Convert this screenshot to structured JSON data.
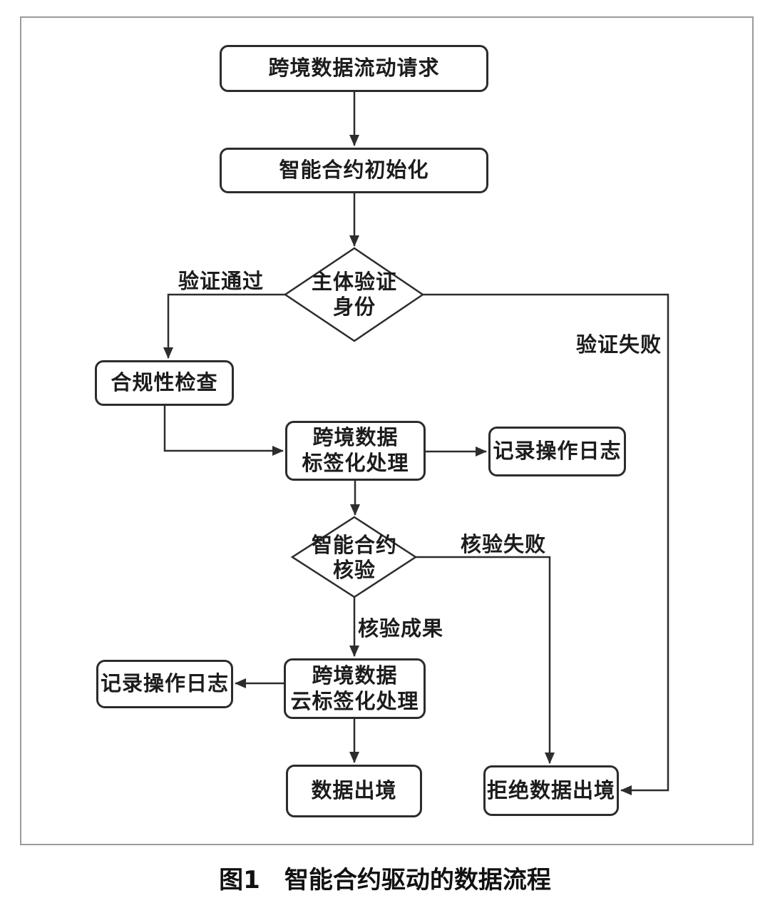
{
  "figure": {
    "caption": "图1　智能合约驱动的数据流程"
  },
  "nodes": {
    "request": {
      "label": "跨境数据流动请求"
    },
    "init": {
      "label": "智能合约初始化"
    },
    "verify_identity": {
      "line1": "主体验证",
      "line2": "身份"
    },
    "compliance": {
      "label": "合规性检查"
    },
    "tagging": {
      "line1": "跨境数据",
      "line2": "标签化处理"
    },
    "log_right": {
      "label": "记录操作日志"
    },
    "contract_check": {
      "line1": "智能合约",
      "line2": "核验"
    },
    "cloud_tagging": {
      "line1": "跨境数据",
      "line2": "云标签化处理"
    },
    "log_left": {
      "label": "记录操作日志"
    },
    "data_exit": {
      "label": "数据出境"
    },
    "refuse_exit": {
      "label": "拒绝数据出境"
    }
  },
  "edge_labels": {
    "verify_pass": "验证通过",
    "verify_fail": "验证失败",
    "check_fail": "核验失败",
    "check_pass": "核验成果"
  },
  "colors": {
    "line": "#2d2d2d",
    "node_border": "#2c2c2c",
    "frame_border": "#9b9b9b",
    "text": "#1c1c1c",
    "background": "#ffffff"
  }
}
